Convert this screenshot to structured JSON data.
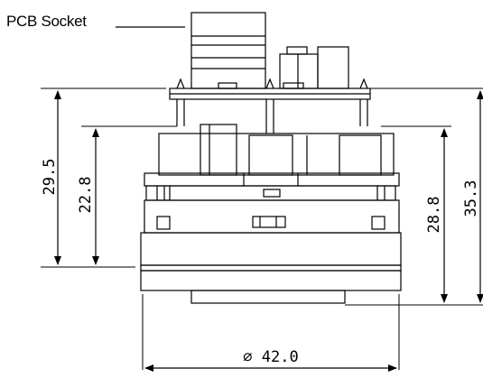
{
  "callout": {
    "label": "PCB Socket"
  },
  "dimensions": {
    "height_overall_left": "29.5",
    "height_body_left": "22.8",
    "height_body_right": "28.8",
    "height_overall_right": "35.3",
    "diameter": "∅ 42.0"
  }
}
